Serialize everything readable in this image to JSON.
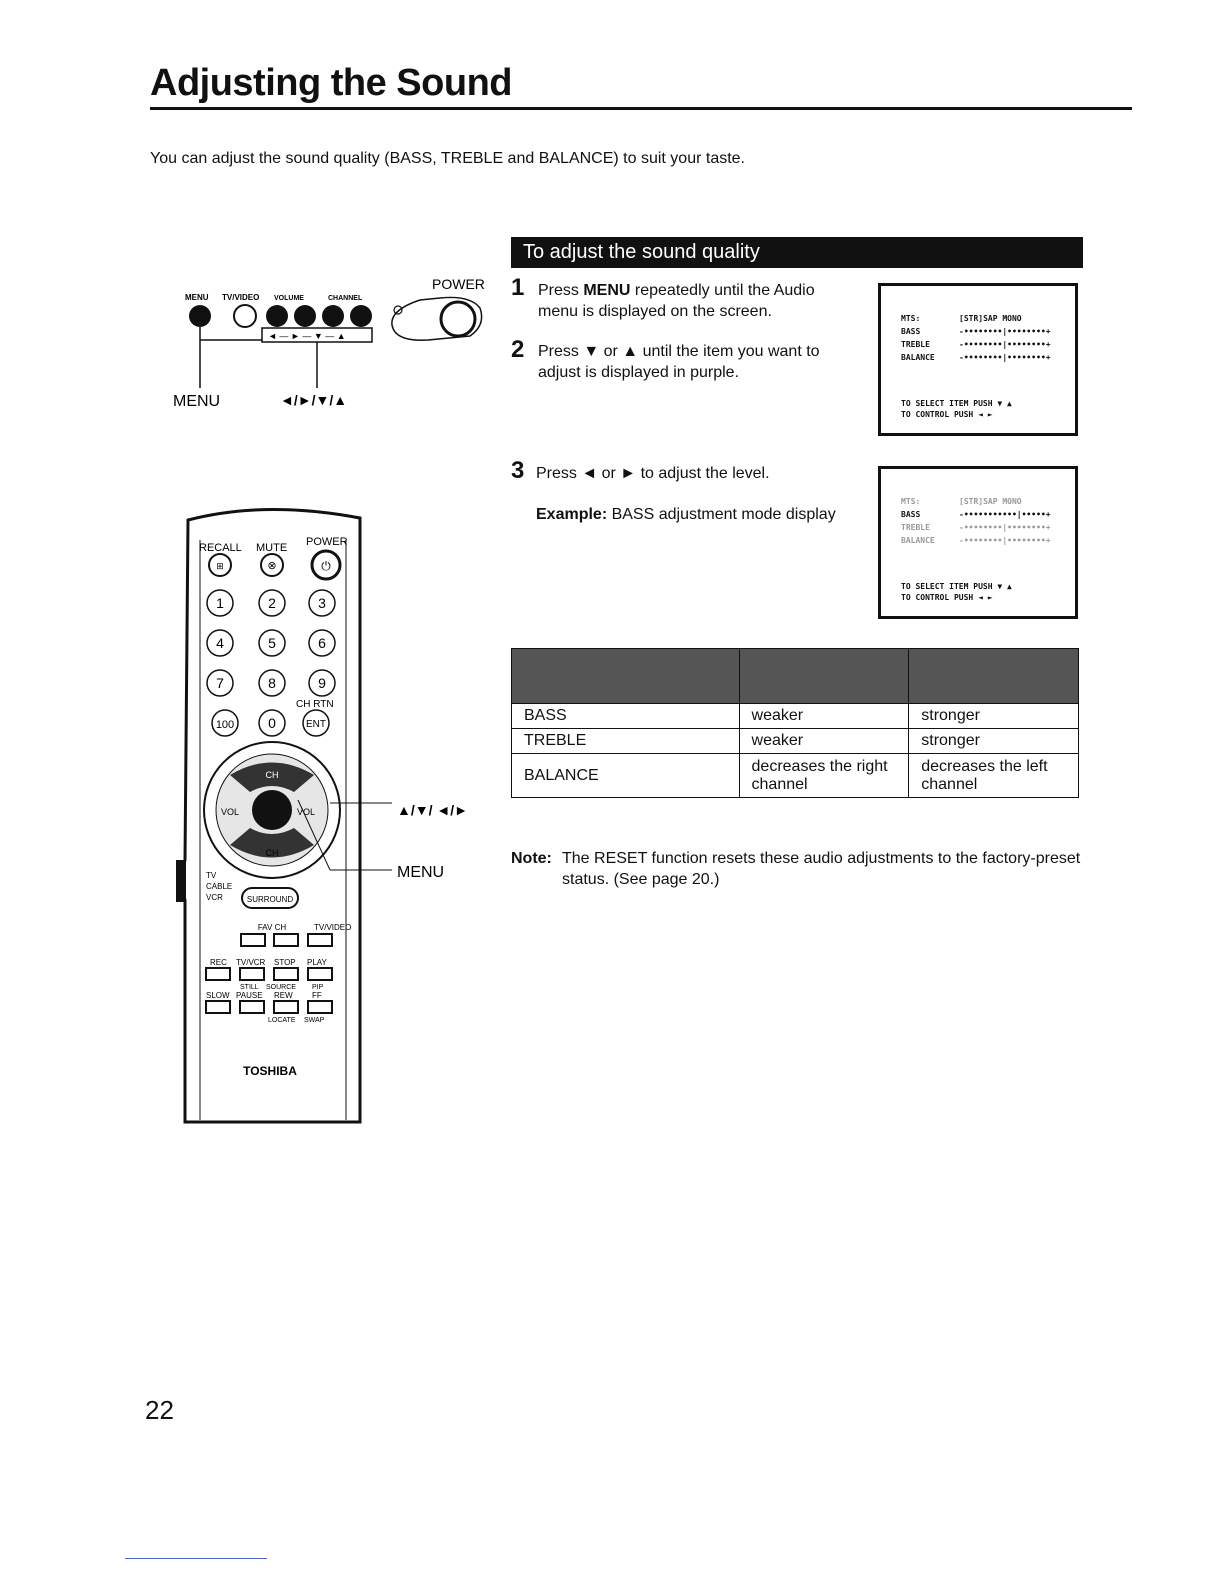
{
  "page": {
    "title": "Adjusting the Sound",
    "intro": "You can adjust the sound quality (BASS, TREBLE and BALANCE) to suit your taste.",
    "page_number": "22"
  },
  "tv_panel": {
    "labels": [
      "MENU",
      "TV/VIDEO",
      "VOLUME",
      "CHANNEL"
    ],
    "power_label": "POWER",
    "symbols": "◄ — ► — ▼ — ▲",
    "callout_menu": "MENU",
    "callout_arrows": "◄/►/▼/▲"
  },
  "remote": {
    "top_labels": [
      "RECALL",
      "MUTE",
      "POWER"
    ],
    "digits": [
      "1",
      "2",
      "3",
      "4",
      "5",
      "6",
      "7",
      "8",
      "9",
      "100",
      "0"
    ],
    "ch_rtn": "CH RTN",
    "ent": "ENT",
    "ch_label": "CH",
    "vol_label": "VOL",
    "switch_labels": [
      "TV",
      "CABLE",
      "VCR"
    ],
    "surround": "SURROUND",
    "row1_labels": [
      "FAV CH",
      "TV/VIDEO"
    ],
    "row2_labels": [
      "REC",
      "TV/VCR",
      "STOP",
      "PLAY"
    ],
    "row3_top": [
      "STILL",
      "SOURCE",
      "PIP"
    ],
    "row3_labels": [
      "SLOW",
      "PAUSE",
      "REW",
      "FF"
    ],
    "row4_labels": [
      "LOCATE",
      "SWAP"
    ],
    "brand": "TOSHIBA",
    "callout_arrows": "▲/▼/ ◄/►",
    "callout_menu": "MENU"
  },
  "section": {
    "heading": "To adjust the sound quality",
    "steps": [
      {
        "num": "1",
        "pre": "Press ",
        "bold": "MENU",
        "post": " repeatedly until the Audio menu is displayed on the screen."
      },
      {
        "num": "2",
        "pre": "Press ▼ or ▲ until the item you want to adjust is displayed in purple.",
        "bold": "",
        "post": ""
      },
      {
        "num": "3",
        "pre": "Press ◄ or ► to adjust the level.",
        "bold": "",
        "post": ""
      }
    ],
    "example_label": "Example:",
    "example_text": " BASS adjustment mode display"
  },
  "osd1": {
    "rows": [
      {
        "k": "MTS:",
        "v": "[STR]SAP MONO"
      },
      {
        "k": "BASS",
        "v": "-••••••••|••••••••+"
      },
      {
        "k": "TREBLE",
        "v": "-••••••••|••••••••+"
      },
      {
        "k": "BALANCE",
        "v": "-••••••••|••••••••+"
      }
    ],
    "footer1": "TO SELECT ITEM PUSH ▼ ▲",
    "footer2": "TO CONTROL PUSH ◄ ►"
  },
  "osd2": {
    "rows": [
      {
        "k": "MTS:",
        "v": "[STR]SAP MONO"
      },
      {
        "k": "BASS",
        "v": "-•••••••••••|•••••+"
      },
      {
        "k": "TREBLE",
        "v": "-••••••••|••••••••+"
      },
      {
        "k": "BALANCE",
        "v": "-••••••••|••••••••+"
      }
    ],
    "footer1": "TO SELECT ITEM PUSH ▼ ▲",
    "footer2": "TO CONTROL PUSH ◄ ►"
  },
  "table": {
    "rows": [
      [
        "BASS",
        "weaker",
        "stronger"
      ],
      [
        "TREBLE",
        "weaker",
        "stronger"
      ],
      [
        "BALANCE",
        "decreases the right channel",
        "decreases the left channel"
      ]
    ]
  },
  "note": {
    "label": "Note:",
    "text": "The RESET function resets these audio adjustments to the factory-preset status. (See page 20.)"
  }
}
